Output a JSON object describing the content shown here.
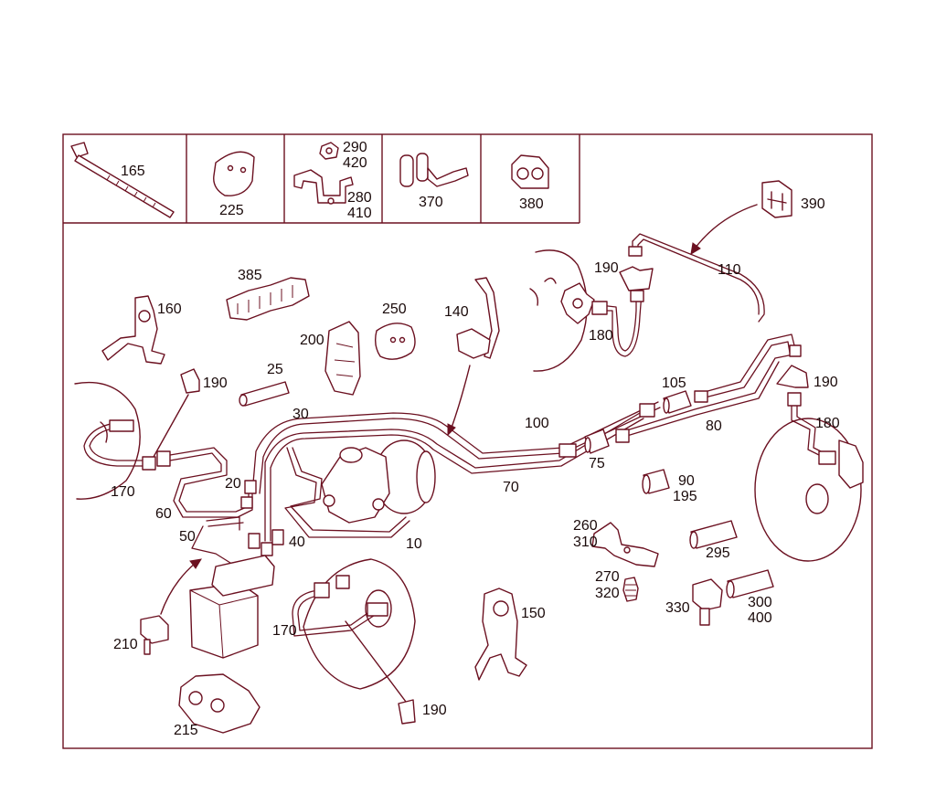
{
  "colors": {
    "line": "#6b1020",
    "text": "#1a0a0a",
    "background": "#ffffff"
  },
  "legend_labels": {
    "l165": "165",
    "l225": "225",
    "l290": "290",
    "l420": "420",
    "l280": "280",
    "l410": "410",
    "l370": "370",
    "l380": "380"
  },
  "callouts": {
    "c390": "390",
    "c110": "110",
    "c190a": "190",
    "c180a": "180",
    "c385": "385",
    "c250": "250",
    "c140": "140",
    "c160": "160",
    "c200": "200",
    "c25": "25",
    "c190b": "190",
    "c30": "30",
    "c100": "100",
    "c105": "105",
    "c80": "80",
    "c190c": "190",
    "c180b": "180",
    "c75": "75",
    "c70": "70",
    "c170a": "170",
    "c20": "20",
    "c60": "60",
    "c50": "50",
    "c40": "40",
    "c10": "10",
    "c90": "90",
    "c195": "195",
    "c260": "260",
    "c310": "310",
    "c295": "295",
    "c270": "270",
    "c320": "320",
    "c150": "150",
    "c210": "210",
    "c170b": "170",
    "c330": "330",
    "c300": "300",
    "c400": "400",
    "c215": "215",
    "c190d": "190"
  }
}
